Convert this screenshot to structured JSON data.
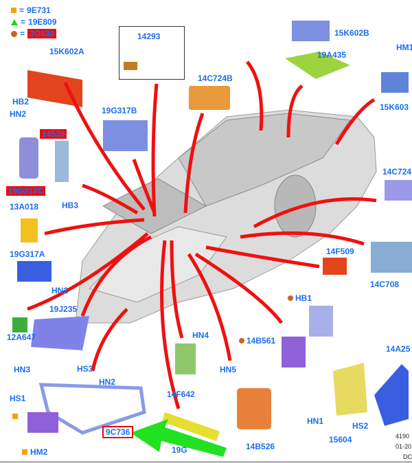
{
  "legend": [
    {
      "symbol": "square",
      "color": "#f7a10a",
      "label": "9E731"
    },
    {
      "symbol": "triangle",
      "color": "#1ed31e",
      "label": "19E809"
    },
    {
      "symbol": "circle",
      "color": "#c8661a",
      "label": "3G530"
    }
  ],
  "parts": {
    "p15K602A": "15K602A",
    "hb2": "HB2",
    "hn2_a": "HN2",
    "p14536": "14536",
    "p19G317C": "19G317C",
    "hb3": "HB3",
    "p13A018": "13A018",
    "p19G317B": "19G317B",
    "p14293": "14293",
    "p14C724B": "14C724B",
    "p15K602B": "15K602B",
    "p19A435": "19A435",
    "hm1": "HM1",
    "p15K603": "15K603",
    "p14C724": "14C724",
    "p14F509": "14F509",
    "p14C708": "14C708",
    "p19G317A": "19G317A",
    "hn2_b": "HN2",
    "p19J235": "19J235",
    "p12A647": "12A647",
    "hs3": "HS3",
    "hn3": "HN3",
    "hn2_c": "HN2",
    "hs1": "HS1",
    "hm2": "HM2",
    "p9C736": "9C736",
    "p19G_hidden": "19G",
    "hn4": "HN4",
    "p14F642": "14F642",
    "hn5": "HN5",
    "p14B526": "14B526",
    "p14B561": "14B561",
    "hb1": "HB1",
    "hn1": "HN1",
    "p15604": "15604",
    "hs2": "HS2",
    "p14A25": "14A25"
  },
  "footer_codes": [
    "4190",
    "01-20",
    "DC"
  ],
  "colors": {
    "label": "#1b6ef0",
    "arrow": "#f01010",
    "highlight_arrow": "#22e022"
  }
}
